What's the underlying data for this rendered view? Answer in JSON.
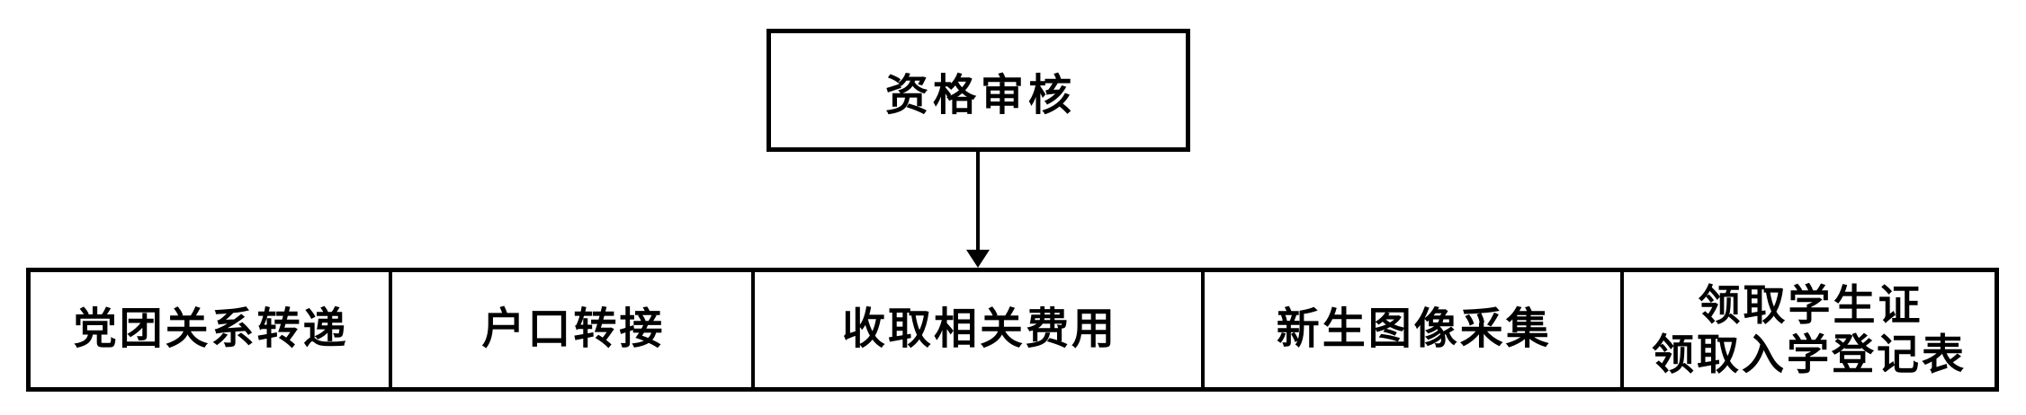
{
  "diagram": {
    "type": "flowchart",
    "colors": {
      "background": "#ffffff",
      "line": "#000000",
      "text": "#000000"
    },
    "top_node": {
      "label": "资格审核"
    },
    "arrow": {
      "direction": "down",
      "from": "资格审核",
      "to": "收取相关费用"
    },
    "bottom_nodes": [
      {
        "label": "党团关系转递"
      },
      {
        "label": "户口转接"
      },
      {
        "label": "收取相关费用"
      },
      {
        "label": "新生图像采集"
      },
      {
        "label": "领取学生证\n领取入学登记表"
      }
    ]
  }
}
